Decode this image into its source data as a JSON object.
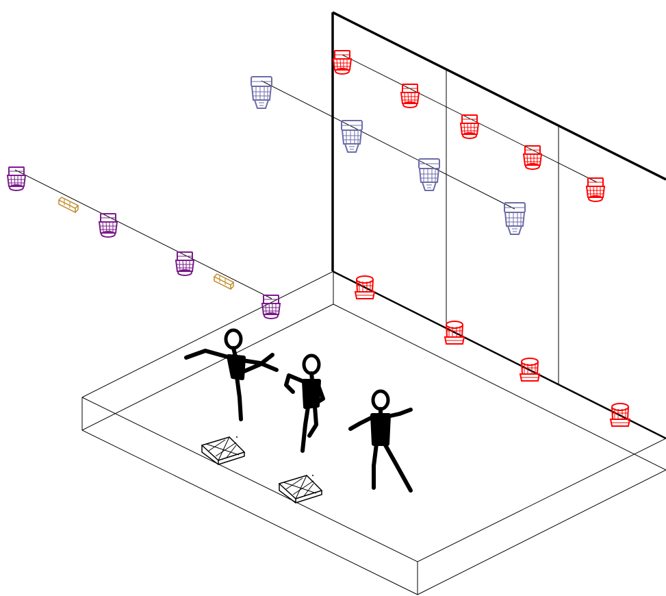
{
  "scene": {
    "type": "isometric stage lighting plot (wireframe)",
    "colors": {
      "background": "#ffffff",
      "structure": "#000000",
      "fixture_red": "#ff0000",
      "fixture_blue": "#6b6ba8",
      "fixture_purple": "#7a1a8a",
      "fixture_gold": "#c08a2a",
      "performers": "#000000"
    },
    "fixture_groups": [
      {
        "name": "upper-rear-truss-red",
        "kind": "moving-head",
        "color": "fixture_red",
        "count": 5
      },
      {
        "name": "mid-truss-blue",
        "kind": "moving-head",
        "color": "fixture_blue",
        "count": 4
      },
      {
        "name": "side-truss-purple",
        "kind": "moving-head",
        "color": "fixture_purple",
        "count": 4
      },
      {
        "name": "side-truss-gold",
        "kind": "led-bar",
        "color": "fixture_gold",
        "count": 2
      },
      {
        "name": "floor-red",
        "kind": "moving-head",
        "color": "fixture_red",
        "count": 4
      }
    ],
    "performers_count": 3,
    "floor_wedges_count": 2
  }
}
